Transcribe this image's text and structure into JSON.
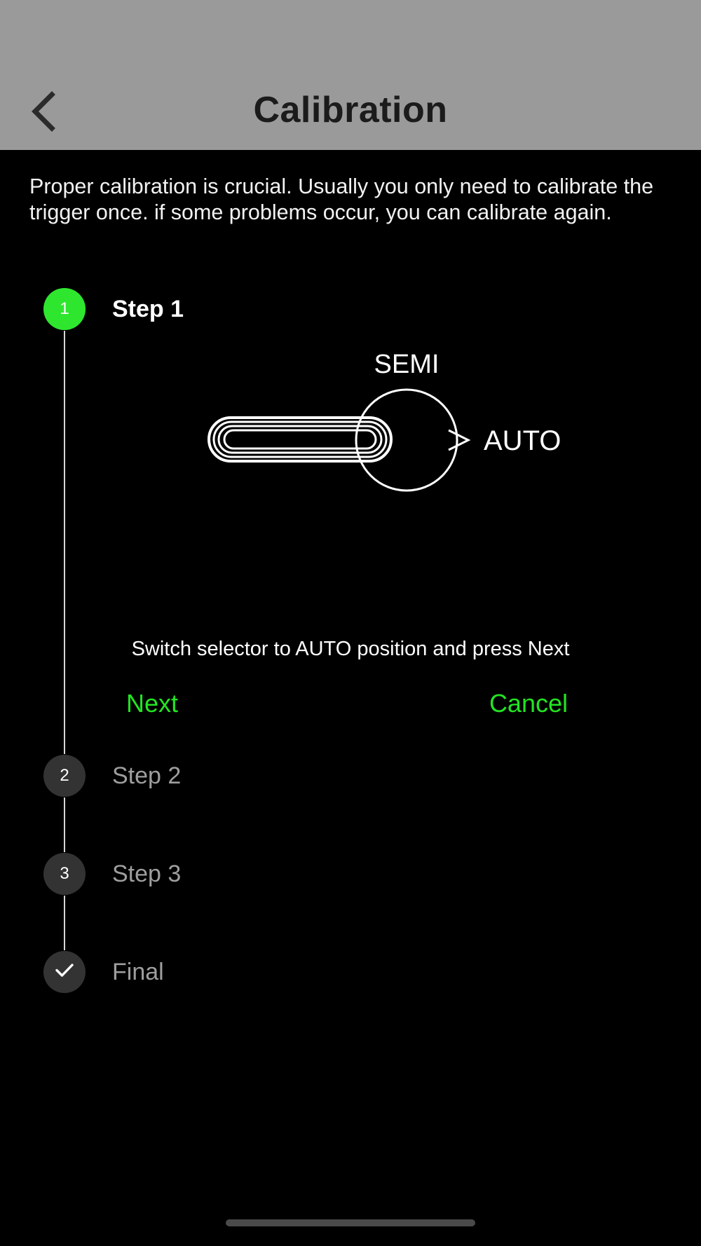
{
  "header": {
    "title": "Calibration",
    "back_icon": "chevron-left-icon"
  },
  "description": "Proper calibration is crucial. Usually you only need to calibrate the trigger once. if some problems occur, you can calibrate again.",
  "colors": {
    "accent_green": "#2fe62f",
    "button_green": "#22e522",
    "header_bg": "#9a9a9a",
    "page_bg": "#000000",
    "inactive_bullet": "#333333",
    "inactive_label": "#9e9e9e",
    "connector": "#d6d6d6"
  },
  "stepper": {
    "steps": [
      {
        "marker": "1",
        "label": "Step 1",
        "state": "active"
      },
      {
        "marker": "2",
        "label": "Step 2",
        "state": "pending"
      },
      {
        "marker": "3",
        "label": "Step 3",
        "state": "pending"
      },
      {
        "marker": "check-icon",
        "label": "Final",
        "state": "pending"
      }
    ]
  },
  "step1": {
    "diagram": {
      "name": "fire-selector-diagram",
      "label_top": "SEMI",
      "label_right": "AUTO"
    },
    "instruction": "Switch selector to AUTO position and press Next",
    "next_label": "Next",
    "cancel_label": "Cancel"
  }
}
